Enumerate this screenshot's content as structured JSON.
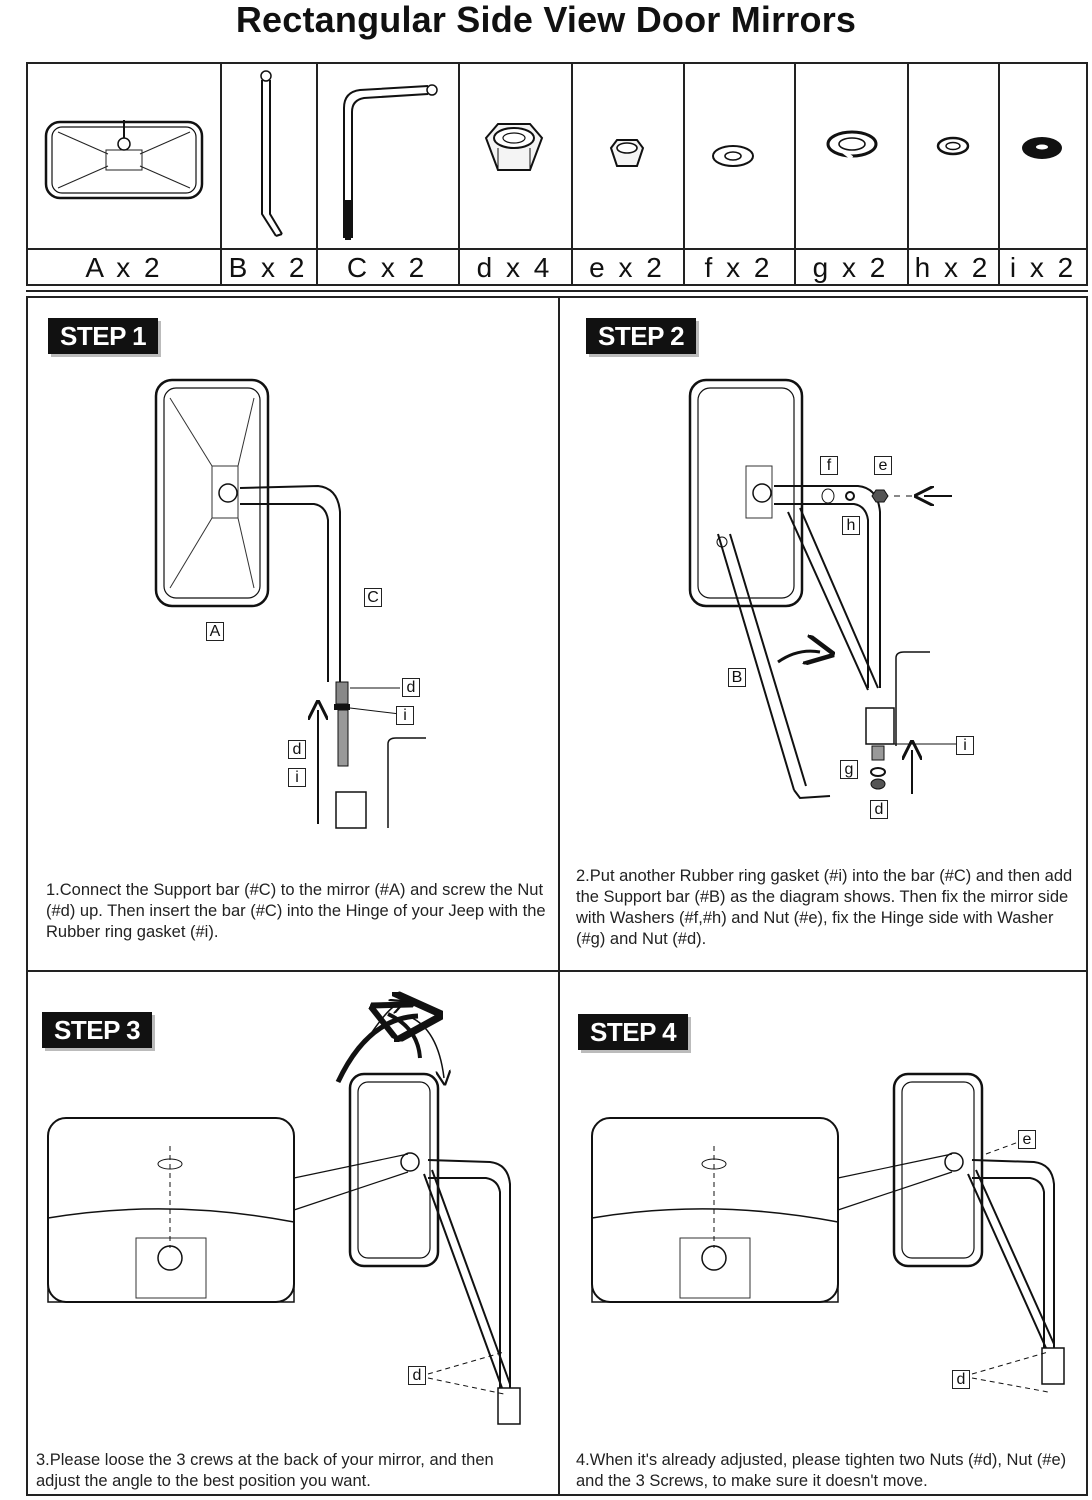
{
  "title": "Rectangular Side View Door Mirrors",
  "parts": [
    {
      "letter": "A",
      "label": "A x 2"
    },
    {
      "letter": "B",
      "label": "B x 2"
    },
    {
      "letter": "C",
      "label": "C x 2"
    },
    {
      "letter": "d",
      "label": "d x 4"
    },
    {
      "letter": "e",
      "label": "e x 2"
    },
    {
      "letter": "f",
      "label": "f x 2"
    },
    {
      "letter": "g",
      "label": "g x 2"
    },
    {
      "letter": "h",
      "label": "h x 2"
    },
    {
      "letter": "i",
      "label": "i x 2"
    }
  ],
  "steps": [
    {
      "badge": "STEP 1",
      "text": "1.Connect the Support bar (#C) to the mirror (#A) and screw the Nut (#d) up. Then insert the bar (#C) into the Hinge of your Jeep with the Rubber ring gasket (#i).",
      "labels": [
        "A",
        "C",
        "d",
        "i",
        "d",
        "i"
      ]
    },
    {
      "badge": "STEP 2",
      "text": "2.Put another Rubber ring gasket (#i) into the bar (#C) and then add the Support bar (#B) as the diagram shows. Then fix the mirror side with Washers (#f,#h) and Nut (#e), fix the Hinge side with Washer (#g) and Nut (#d).",
      "labels": [
        "f",
        "e",
        "h",
        "B",
        "i",
        "g",
        "d"
      ]
    },
    {
      "badge": "STEP 3",
      "text": "3.Please loose the 3 crews at the back of your mirror, and then adjust the angle to the best position you want.",
      "labels": [
        "d"
      ]
    },
    {
      "badge": "STEP 4",
      "text": "4.When it's already adjusted, please tighten two Nuts (#d), Nut (#e) and the 3 Screws, to make sure it doesn't move.",
      "labels": [
        "e",
        "d"
      ]
    }
  ]
}
